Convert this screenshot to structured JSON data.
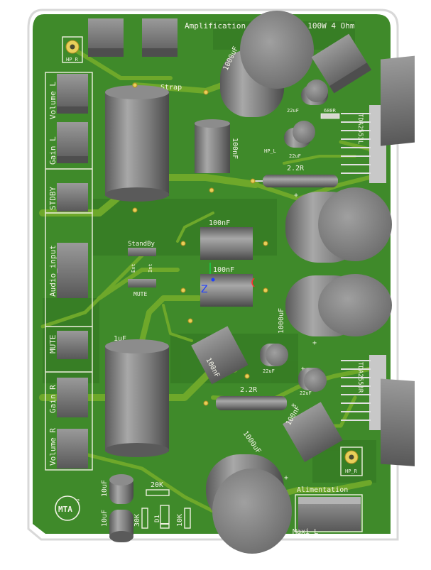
{
  "board": {
    "title_left": "Amplification",
    "title_right": "/ 100W 4 Ohm",
    "colors": {
      "board": "#3f8a2a",
      "board_dark": "#2f6e1e",
      "trace": "#6ea82a",
      "silk": "#f2f2e6",
      "pad": "#e8cf5a",
      "body": "#8a8a8a",
      "body_dark": "#5c5c5c"
    }
  },
  "labels": {
    "hp_r_top": "HP_R",
    "hp_r_bottom": "HP_R",
    "hp_l": "HP_L",
    "volume_l": "Volume L",
    "gain_l": "Gain L",
    "stdby": "STDBY",
    "audio_input": "Audio_input",
    "mute": "MUTE",
    "gain_r": "Gain R",
    "volume_r": "Volume R",
    "strap": "Strap",
    "c_100nf_top": "100nF",
    "c_100nf_mid": "100nF",
    "c_100nf_mid2": "100nF",
    "c_100nf_lower": "100nF",
    "c_100nf_right": "100nF",
    "c_1000uf_top": "1000uF",
    "c_1000uf_mid": "1000uF",
    "c_1000uf_bottom": "1000uF",
    "c_1uf": "1uF",
    "c_22uf_1": "22uF",
    "c_22uf_2": "22uF",
    "c_22uf_3": "22uF",
    "c_22uf_4": "22uF",
    "r_680r": "680R",
    "r_2_2r_top": "2.2R",
    "r_2_2r_bottom": "2.2R",
    "r_20k": "20K",
    "r_30k": "30K",
    "r_10k": "10K",
    "d1": "D1",
    "c_10uf_1": "10uF",
    "c_10uf_2": "10uF",
    "standby": "StandBy",
    "ext": "Ext",
    "int": "Int",
    "mute_switch": "MUTE",
    "ic_top": "TDA2553L",
    "ic_bottom": "TDA2553R",
    "alimentation": "Alimentation",
    "maxi": "Maxi_L",
    "logo": "MTA",
    "logo_sup": "2",
    "plus_1": "+",
    "plus_2": "+",
    "plus_3": "+",
    "plus_4": "+",
    "plus_5": "+",
    "axis_z": "Z"
  }
}
